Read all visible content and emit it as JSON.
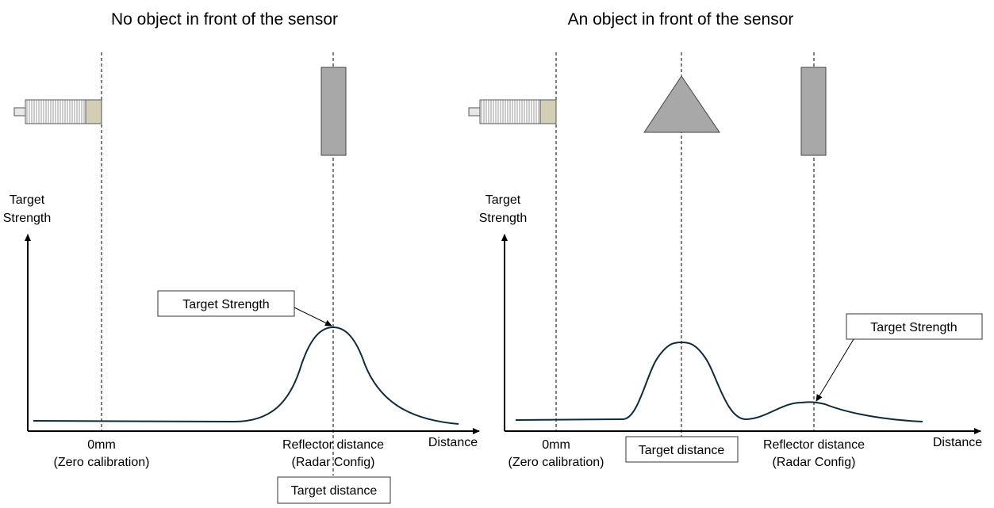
{
  "panels": [
    {
      "title": "No object in front of the sensor",
      "y_axis_label_line1": "Target",
      "y_axis_label_line2": "Strength",
      "x_axis_label": "Distance",
      "zero_label_line1": "0mm",
      "zero_label_line2": "(Zero calibration)",
      "reflector_label_line1": "Reflector distance",
      "reflector_label_line2": "(Radar Config)",
      "callout_label": "Target Strength",
      "distance_box_label": "Target distance"
    },
    {
      "title": "An object in front of the sensor",
      "y_axis_label_line1": "Target",
      "y_axis_label_line2": "Strength",
      "x_axis_label": "Distance",
      "zero_label_line1": "0mm",
      "zero_label_line2": "(Zero calibration)",
      "reflector_label_line1": "Reflector distance",
      "reflector_label_line2": "(Radar Config)",
      "callout_label": "Target Strength",
      "distance_box_label": "Target distance"
    }
  ],
  "colors": {
    "curve": "#0f2a3b",
    "reflector": "#a8a8a8",
    "object": "#a8a8a8",
    "sensor_head": "#d3cfb6"
  }
}
